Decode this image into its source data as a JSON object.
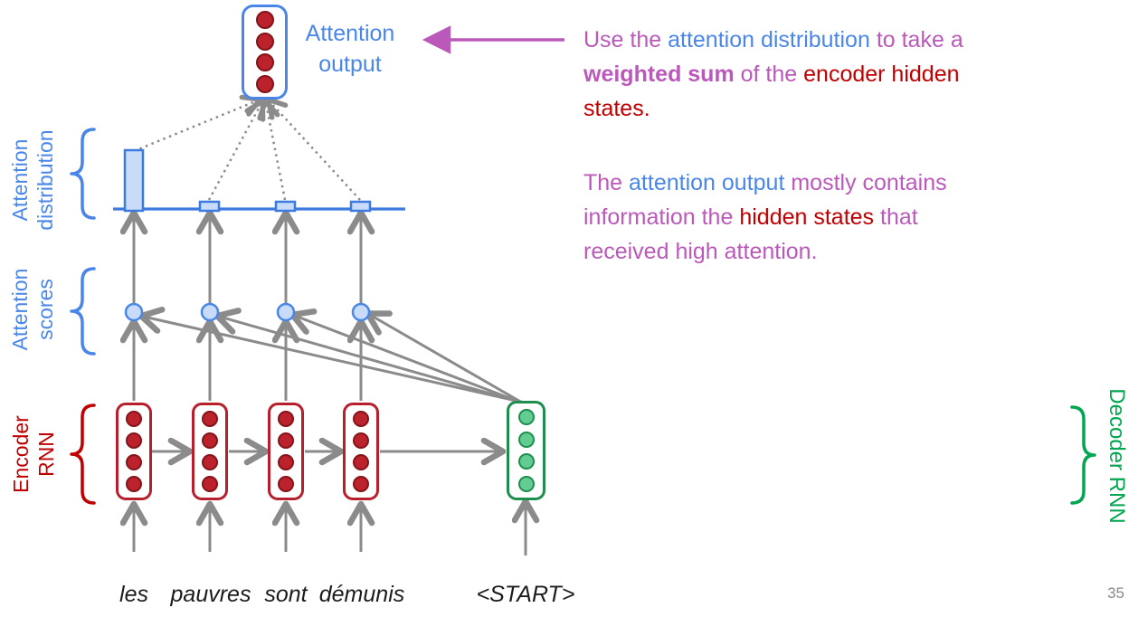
{
  "colors": {
    "blue": "#4a86e8",
    "blue_deep": "#3d7ae0",
    "light_blue": "#c8dcf9",
    "red": "#c00000",
    "encoder_border": "#b5202c",
    "dot_red": "#bb222b",
    "dot_red_border": "#84141a",
    "green_border": "#1e8e4e",
    "green_dot": "#63cd91",
    "green_dot_border": "#1d8e4d",
    "green_text": "#00a650",
    "magenta": "#bb59bb",
    "gray": "#8b8b8b",
    "word": "#1c1c1c",
    "page": "#8a8a8a"
  },
  "labels": {
    "attention_output": [
      "Attention",
      "output"
    ],
    "attention_distribution": [
      "Attention",
      "distribution"
    ],
    "attention_scores": [
      "Attention",
      "scores"
    ],
    "encoder_rnn": [
      "Encoder",
      "RNN"
    ],
    "decoder_rnn": "Decoder RNN"
  },
  "annotation": {
    "p1_lines": [
      [
        {
          "t": "Use the ",
          "c": "magenta"
        },
        {
          "t": "attention distribution",
          "c": "blue"
        },
        {
          "t": " to take a",
          "c": "magenta"
        }
      ],
      [
        {
          "t": "weighted sum",
          "c": "magenta",
          "b": true
        },
        {
          "t": " of the ",
          "c": "magenta"
        },
        {
          "t": "encoder hidden",
          "c": "red"
        }
      ],
      [
        {
          "t": "states.",
          "c": "red"
        }
      ]
    ],
    "p2_lines": [
      [
        {
          "t": "The ",
          "c": "magenta"
        },
        {
          "t": "attention output",
          "c": "blue"
        },
        {
          "t": " mostly contains",
          "c": "magenta"
        }
      ],
      [
        {
          "t": "information the ",
          "c": "magenta"
        },
        {
          "t": "hidden states",
          "c": "red"
        },
        {
          "t": " that",
          "c": "magenta"
        }
      ],
      [
        {
          "t": "received high attention.",
          "c": "magenta"
        }
      ]
    ]
  },
  "tokens": {
    "encoder": [
      "les",
      "pauvres",
      "sont",
      "démunis"
    ],
    "decoder": "<START>"
  },
  "diagram": {
    "high_attention_token": "les",
    "attention_bar_heights": [
      67,
      10,
      10,
      10
    ]
  },
  "page_number": "35"
}
